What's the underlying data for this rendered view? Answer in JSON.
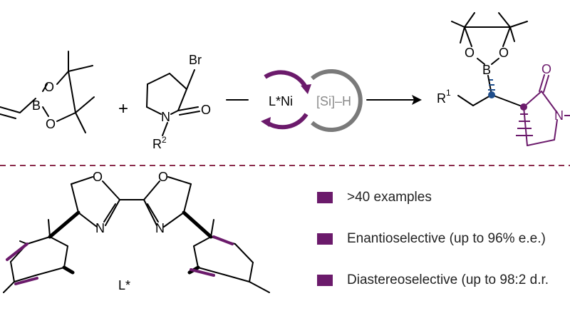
{
  "colors": {
    "purple": "#6b1a6b",
    "grey": "#7a7a7a",
    "blue": "#1f4e8c",
    "dashed": "#8b2c4c"
  },
  "atoms": {
    "O": "O",
    "B": "B",
    "N": "N",
    "Br": "Br",
    "R": "R",
    "sup2": "2",
    "sup1": "1",
    "plus": "+",
    "star": "*"
  },
  "catalyst": {
    "nickel": "L*Ni",
    "silane": "[Si]–H"
  },
  "ligand": {
    "label": "L*"
  },
  "highlights": [
    {
      "text": ">40 examples"
    },
    {
      "text": "Enantioselective (up to 96% e.e.)"
    },
    {
      "text": "Diastereoselective (up to 98:2 d.r."
    }
  ]
}
